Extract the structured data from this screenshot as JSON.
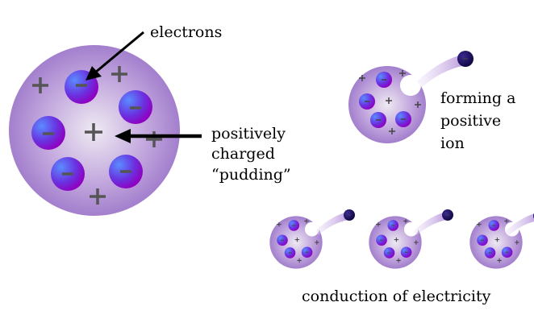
{
  "labels": {
    "electrons": "electrons",
    "pudding": [
      "positively",
      "charged",
      "“pudding”"
    ],
    "ion": [
      "forming a",
      "positive",
      "ion"
    ],
    "conduction": "conduction of electricity"
  },
  "colors": {
    "pudding": "#a985cf",
    "electron": "#6a3fe0",
    "escaped_electron": "#1a0a5a"
  }
}
